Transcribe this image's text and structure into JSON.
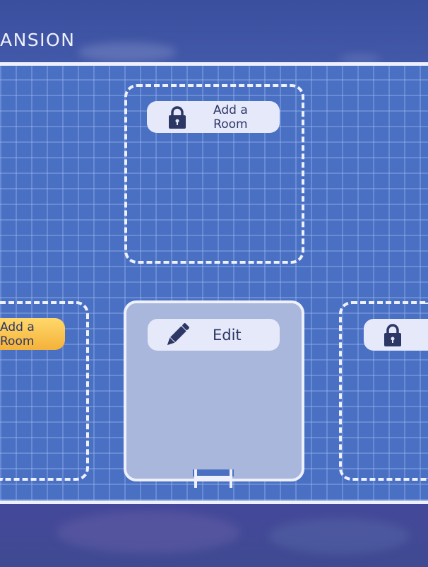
{
  "header": {
    "title": "ANSION"
  },
  "rooms": {
    "top": {
      "label": "Add a\nRoom",
      "label_line1": "Add a",
      "label_line2": "Room",
      "state": "locked"
    },
    "left": {
      "label_line1": "Add a",
      "label_line2": "Room",
      "state": "available"
    },
    "center": {
      "label": "Edit",
      "state": "built"
    },
    "right": {
      "state": "locked"
    }
  },
  "colors": {
    "accent": "#f4b23a",
    "grid": "#4a70c4",
    "room_fill": "#aab7dc",
    "text": "#2d3766"
  }
}
